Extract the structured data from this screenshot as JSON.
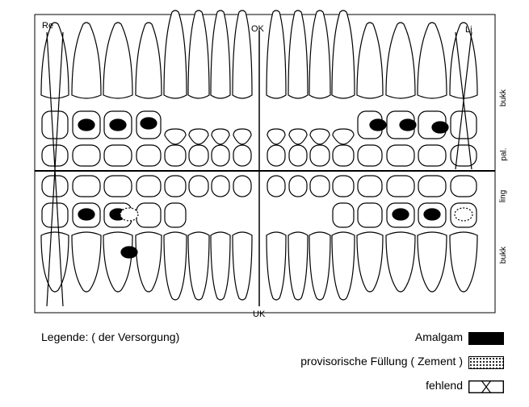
{
  "labels": {
    "right_side": "Re",
    "left_side": "Li",
    "upper_jaw": "OK",
    "lower_jaw": "UK",
    "side_upper_buccal": "bukk",
    "side_upper_palatal": "pal.",
    "side_lower_lingual": "ling",
    "side_lower_buccal": "bukk"
  },
  "legend": {
    "title": "Legende: ( der Versorgung)",
    "items": [
      {
        "label": "Amalgam",
        "pattern": "solid"
      },
      {
        "label": "provisorische Füllung ( Zement )",
        "pattern": "dotted"
      },
      {
        "label": "fehlend",
        "pattern": "cross"
      }
    ]
  },
  "colors": {
    "ink": "#000000",
    "background": "#ffffff"
  }
}
